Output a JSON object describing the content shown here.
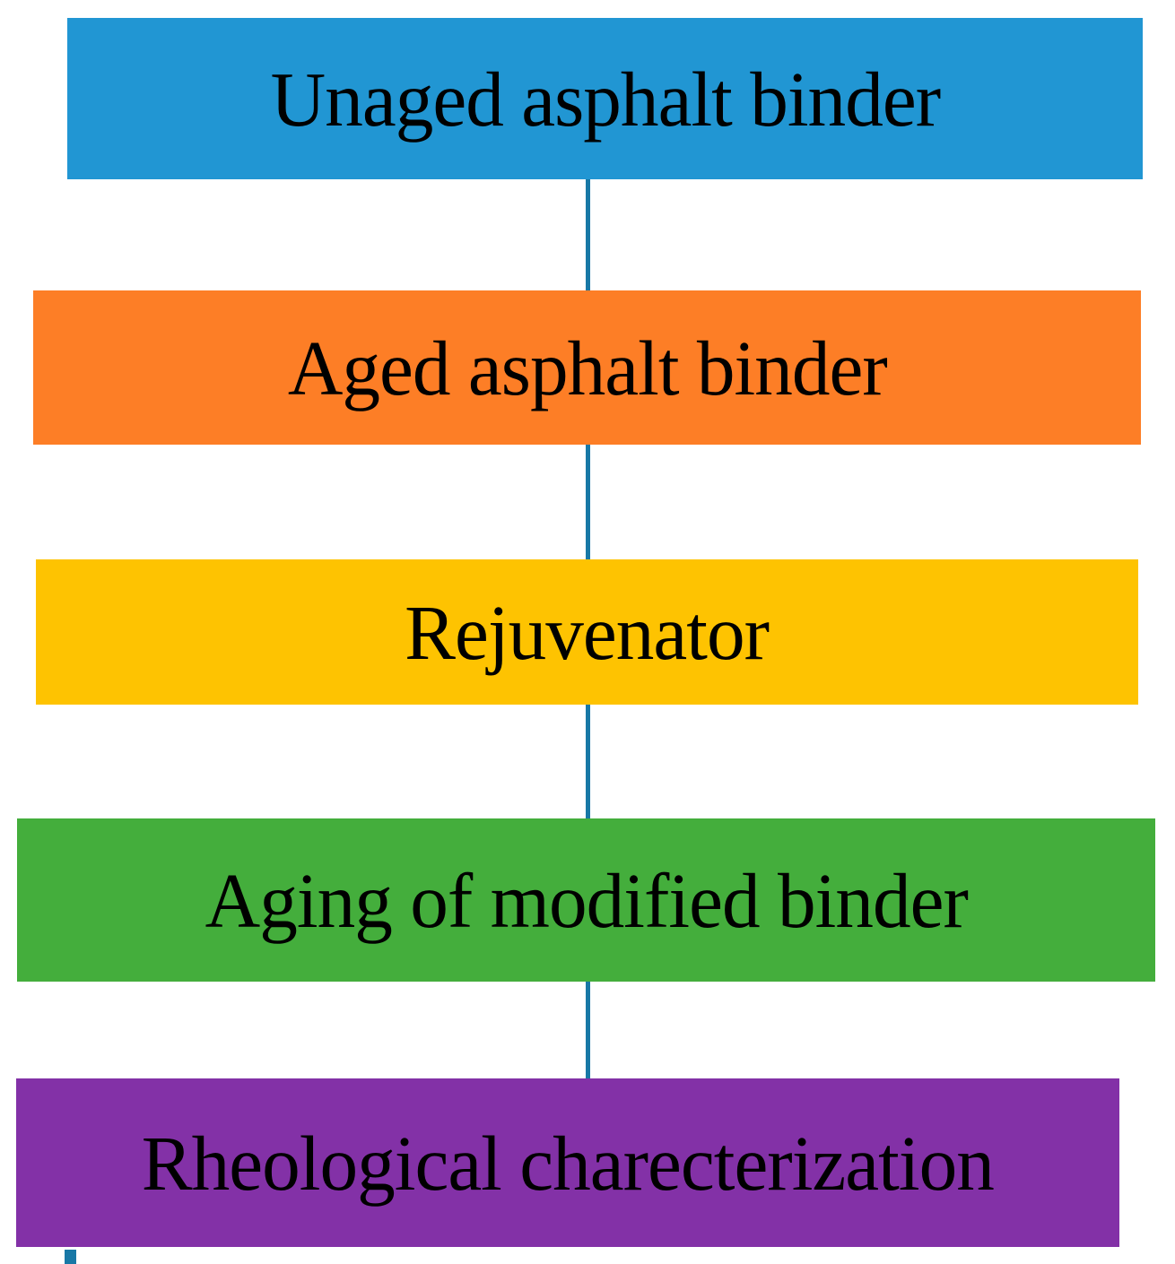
{
  "diagram": {
    "type": "flowchart",
    "background": "#ffffff",
    "text_color": "#000000",
    "connector_color": "#1878a6",
    "steps": [
      {
        "label": "Unaged asphalt binder",
        "color": "#2196d3"
      },
      {
        "label": "Aged asphalt binder",
        "color": "#fd7e26"
      },
      {
        "label": "Rejuvenator",
        "color": "#fec301"
      },
      {
        "label": "Aging of modified binder",
        "color": "#44ae3c"
      },
      {
        "label": "Rheological charecterization",
        "color": "#8331a7"
      }
    ]
  }
}
